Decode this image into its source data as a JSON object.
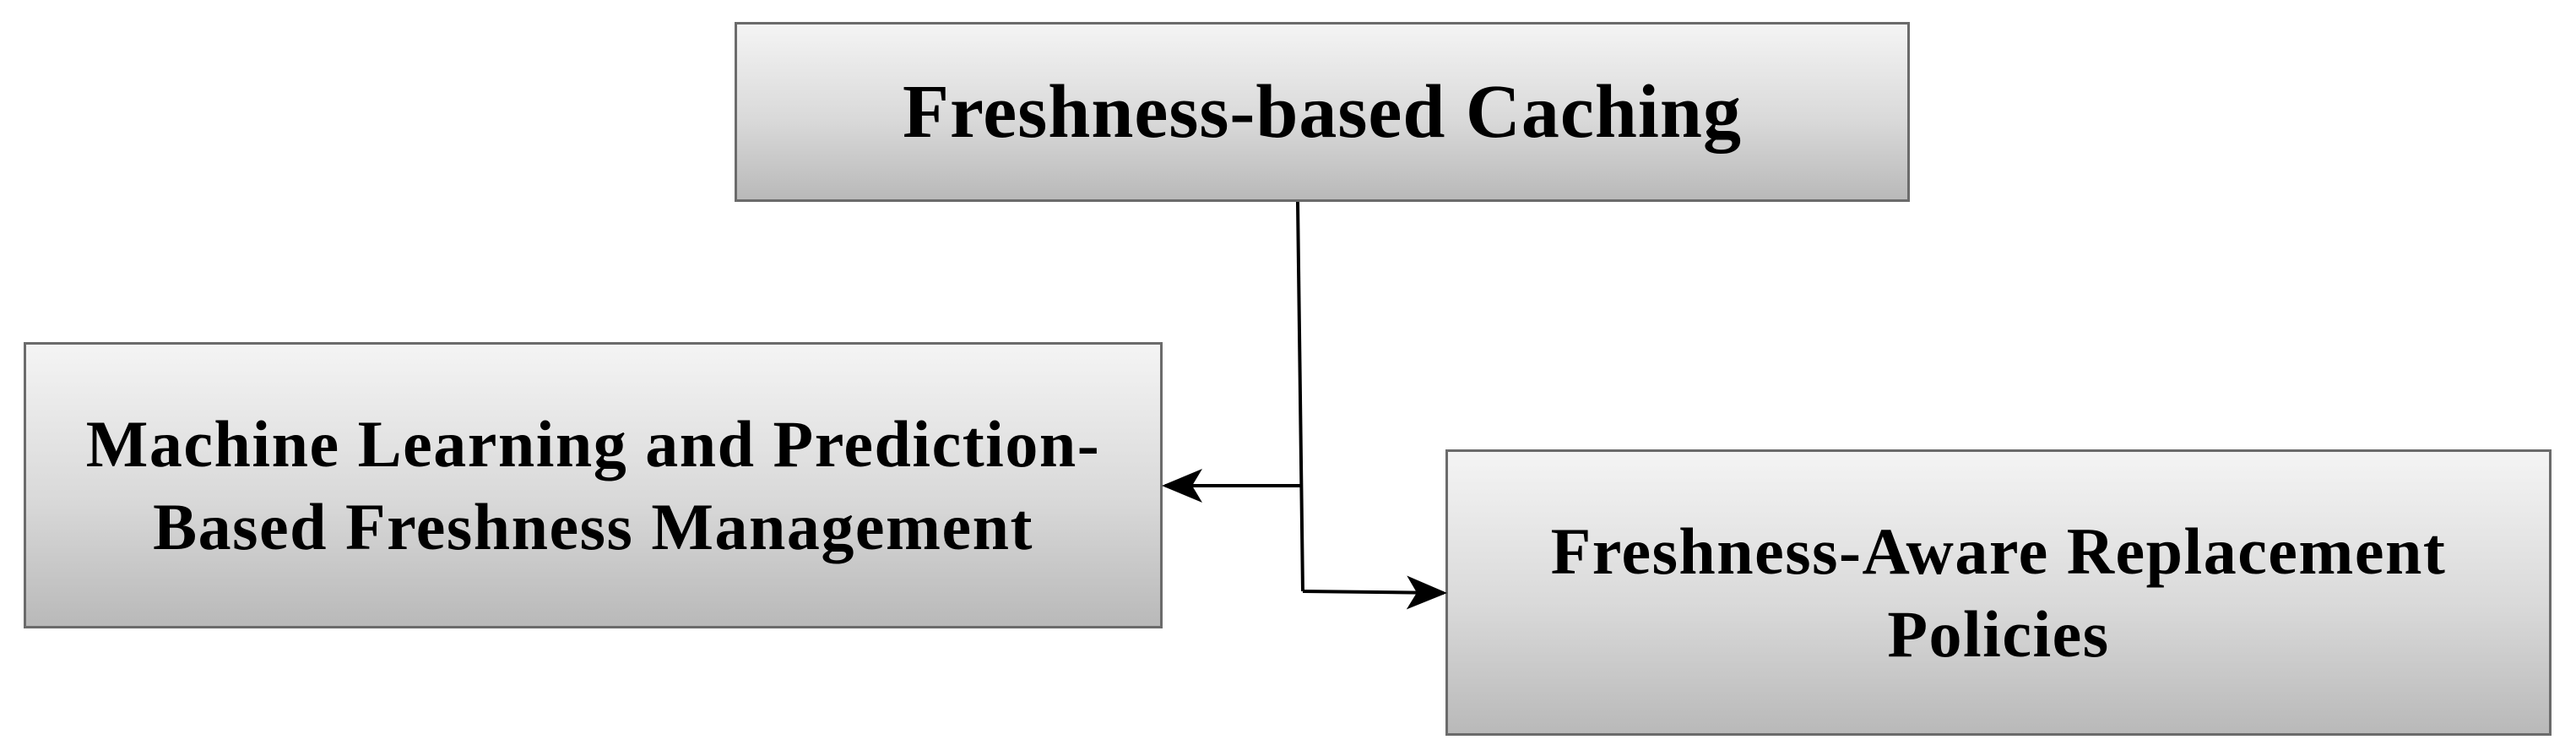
{
  "diagram": {
    "root": {
      "label": "Freshness-based Caching"
    },
    "children": [
      {
        "id": "ml",
        "label": "Machine Learning and Prediction-Based Freshness Management"
      },
      {
        "id": "replace",
        "label": "Freshness-Aware Replacement Policies"
      }
    ],
    "colors": {
      "box_border": "#6b6b6b",
      "box_gradient_top": "#f4f4f4",
      "box_gradient_bottom": "#b9b9b9",
      "connector": "#000000",
      "text": "#000000"
    }
  }
}
